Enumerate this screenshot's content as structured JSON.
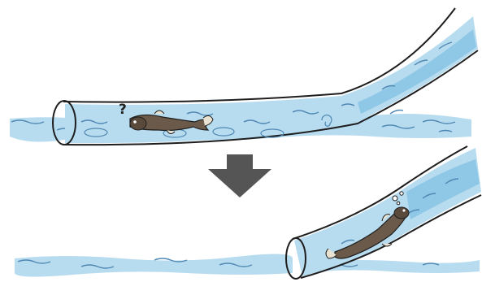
{
  "panels": [
    {
      "id": "before",
      "label_mark": "?"
    },
    {
      "id": "after",
      "label_mark": ""
    }
  ],
  "arrow": {
    "direction": "down",
    "color": "#555555"
  },
  "colors": {
    "water": "#b8dcef",
    "water_deep": "#8fc7e6",
    "pipe_outline": "#1e1e1e",
    "fish_body": "#6b5a4a",
    "fish_fin": "#e9e2d2",
    "wave": "#4f88b3"
  },
  "icons": [
    "fish-icon",
    "question-mark-icon",
    "down-arrow-icon",
    "bubble-icon",
    "pipe-icon"
  ]
}
